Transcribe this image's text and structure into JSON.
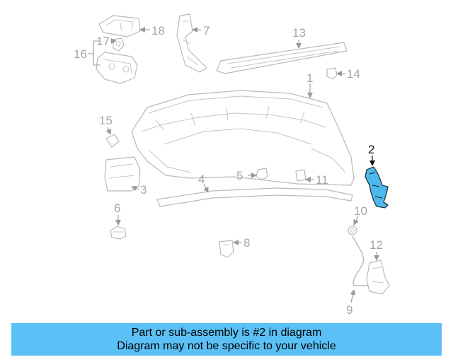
{
  "diagram": {
    "highlighted_part": "2",
    "callouts": {
      "c1": "1",
      "c2": "2",
      "c3": "3",
      "c4": "4",
      "c5": "5",
      "c6": "6",
      "c7": "7",
      "c8": "8",
      "c9": "9",
      "c10": "10",
      "c11": "11",
      "c12": "12",
      "c13": "13",
      "c14": "14",
      "c15": "15",
      "c16": "16",
      "c17": "17",
      "c18": "18"
    },
    "colors": {
      "highlight_fill": "#4bb8ee",
      "line_art": "#b9b9b9",
      "callout_text": "#a6a6a6"
    }
  },
  "caption": {
    "line1": "Part or sub-assembly is #2 in diagram",
    "line2": "Diagram may not be specific to your vehicle",
    "background": "#5bc0f5"
  }
}
